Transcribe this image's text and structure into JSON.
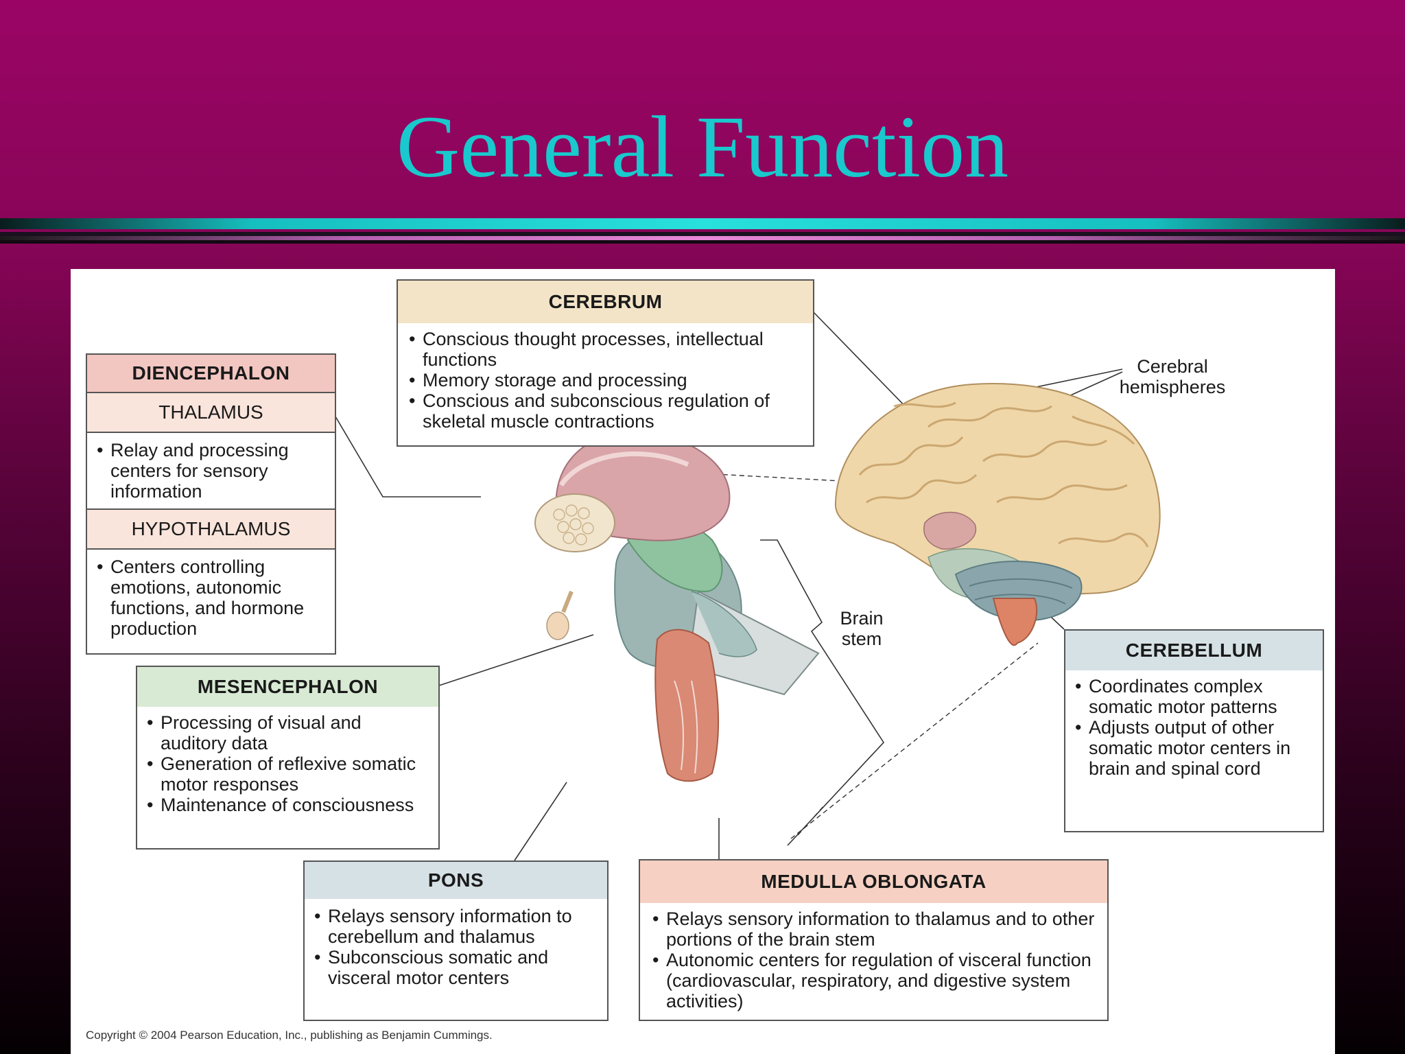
{
  "slide": {
    "title": "General Function"
  },
  "figure": {
    "cerebrum": {
      "title": "CEREBRUM",
      "items": [
        "Conscious thought processes, intellectual functions",
        "Memory storage and processing",
        "Conscious and subconscious regulation of skeletal muscle contractions"
      ]
    },
    "diencephalon": {
      "title": "DIENCEPHALON",
      "thalamus": {
        "title": "THALAMUS",
        "items": [
          "Relay and processing centers for sensory information"
        ]
      },
      "hypothalamus": {
        "title": "HYPOTHALAMUS",
        "items": [
          "Centers controlling emotions, autonomic functions, and hormone production"
        ]
      }
    },
    "mesencephalon": {
      "title": "MESENCEPHALON",
      "items": [
        "Processing of visual and auditory data",
        "Generation of reflexive somatic motor responses",
        "Maintenance of consciousness"
      ]
    },
    "pons": {
      "title": "PONS",
      "items": [
        "Relays sensory information to cerebellum and thalamus",
        "Subconscious somatic and visceral motor centers"
      ]
    },
    "medulla": {
      "title": "MEDULLA OBLONGATA",
      "items": [
        "Relays sensory information to thalamus and to other portions of the brain stem",
        "Autonomic centers for regulation of visceral function (cardiovascular, respiratory, and digestive system activities)"
      ]
    },
    "cerebellum": {
      "title": "CEREBELLUM",
      "items": [
        "Coordinates complex somatic motor patterns",
        "Adjusts output of other somatic motor centers in brain and spinal cord"
      ]
    },
    "labels": {
      "cerebral_hemispheres": "Cerebral hemispheres",
      "brain_stem": "Brain stem"
    },
    "copyright": "Copyright © 2004 Pearson Education, Inc., publishing as Benjamin Cummings."
  }
}
